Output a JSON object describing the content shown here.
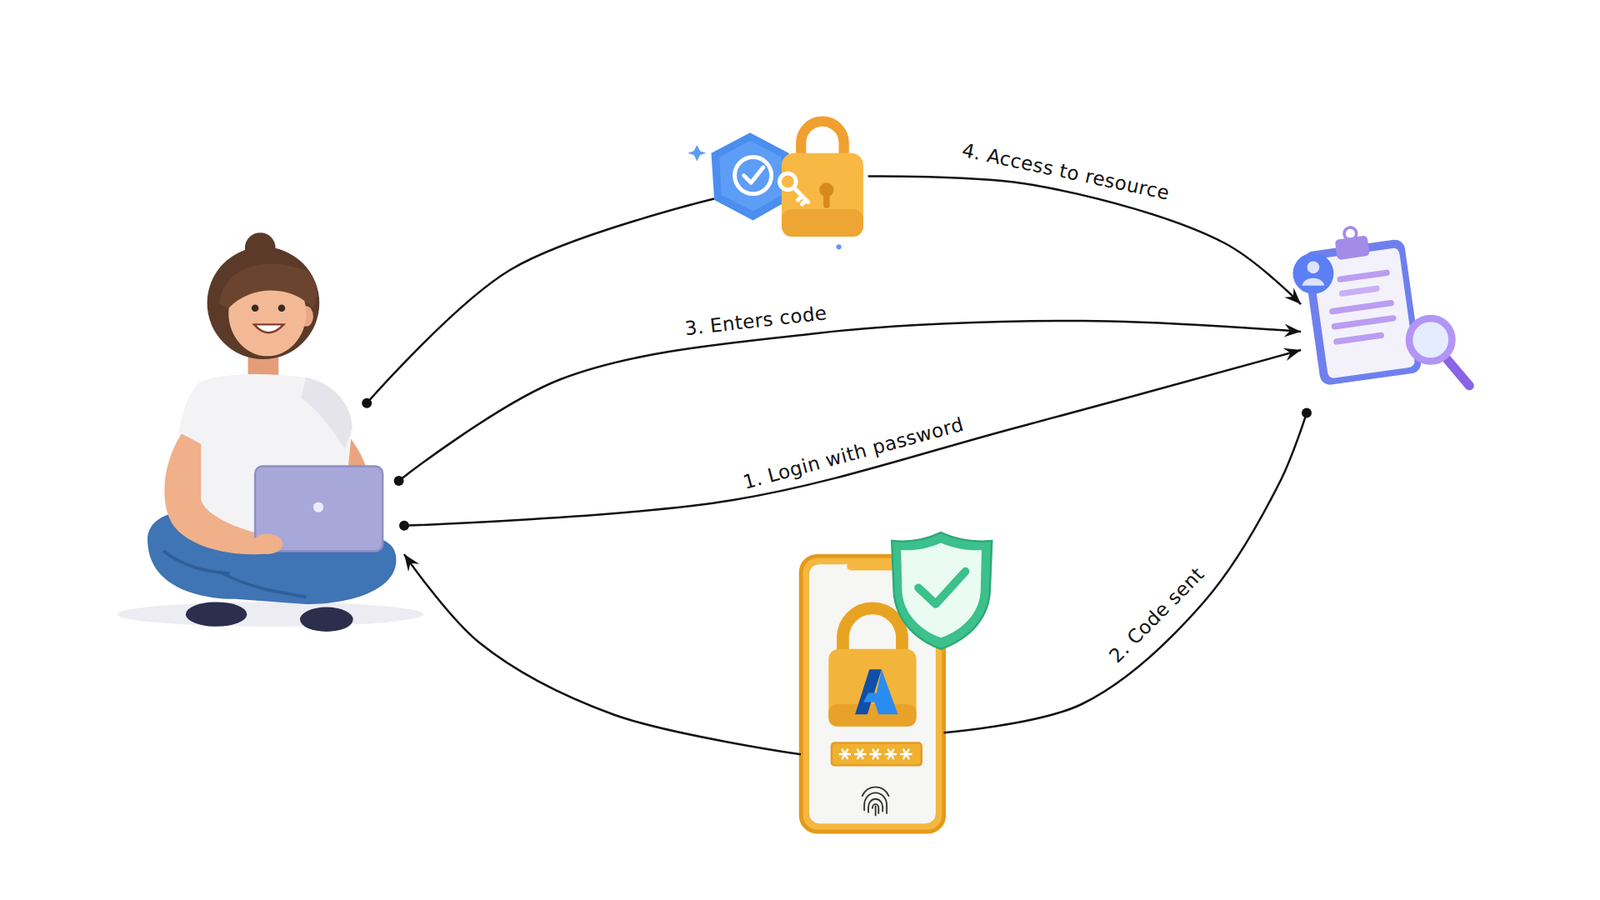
{
  "diagram": {
    "nodes": [
      {
        "text": []
      },
      {
        "text": []
      },
      {
        "text": []
      },
      {
        "text": []
      }
    ],
    "edges": [
      {
        "from": 0,
        "to": 2,
        "label": "1. Login with password",
        "arrow": "to"
      },
      {
        "from": 2,
        "to": 3,
        "label": "2. Code sent",
        "arrow": "none"
      },
      {
        "from": 3,
        "to": 0,
        "arrow": "to"
      },
      {
        "from": 0,
        "to": 2,
        "label": "3. Enters code",
        "arrow": "to"
      },
      {
        "from": 0,
        "to": 1,
        "arrow": "none"
      },
      {
        "from": 1,
        "to": 2,
        "label": "4. Access to resource",
        "arrow": "to"
      }
    ]
  }
}
